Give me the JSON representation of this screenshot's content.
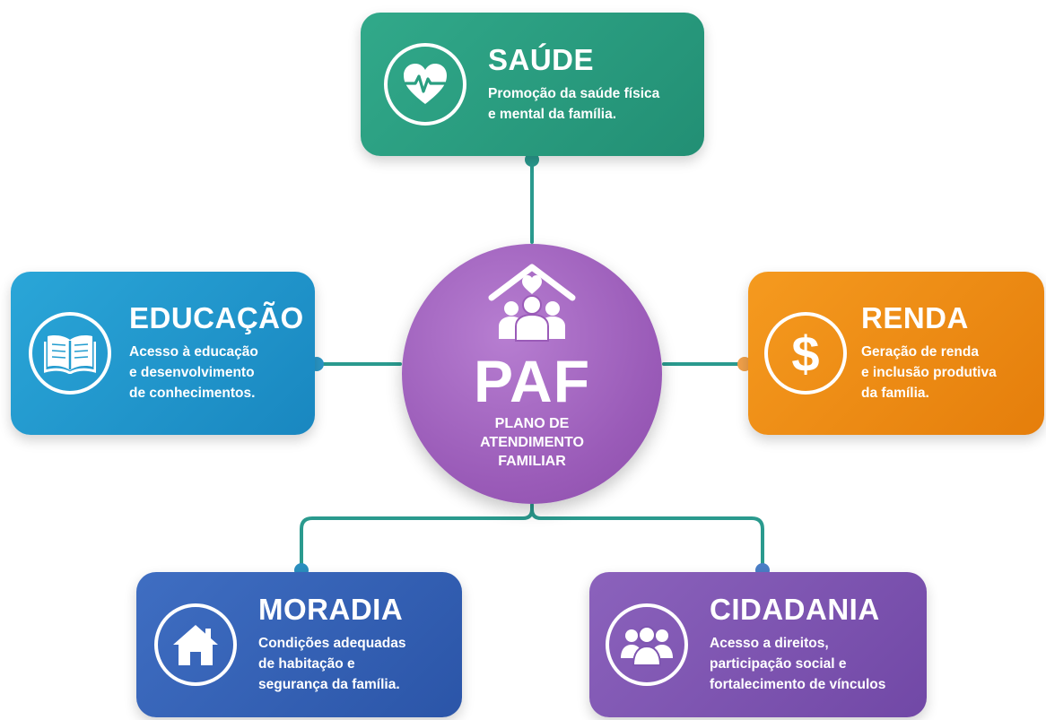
{
  "center": {
    "acronym": "PAF",
    "subtitle_lines": [
      "PLANO DE",
      "ATENDIMENTO",
      "FAMILIAR"
    ],
    "icon": "family-house-icon",
    "color": "#9a5bb8"
  },
  "cards": {
    "saude": {
      "title": "SAÚDE",
      "lines": [
        "Promoção da saúde física",
        "e mental da família."
      ],
      "icon": "heart-pulse-icon",
      "color": "#2a9e80"
    },
    "educacao": {
      "title": "EDUCAÇÃO",
      "lines": [
        "Acesso à educação",
        "e desenvolvimento",
        "de conhecimentos."
      ],
      "icon": "open-book-icon",
      "color": "#219ccf"
    },
    "renda": {
      "title": "RENDA",
      "lines": [
        "Geração de renda",
        "e inclusão produtiva",
        "da família."
      ],
      "icon": "dollar-icon",
      "color": "#f08c14"
    },
    "moradia": {
      "title": "MORADIA",
      "lines": [
        "Condições adequadas",
        "de habitação e",
        "segurança da família."
      ],
      "icon": "house-icon",
      "color": "#3562b6"
    },
    "cidadania": {
      "title": "CIDADANIA",
      "lines": [
        "Acesso a direitos,",
        "participação social e",
        "fortalecimento de vínculos"
      ],
      "icon": "people-group-icon",
      "color": "#7e55b1"
    }
  },
  "connector_color": "#2a9a8e"
}
